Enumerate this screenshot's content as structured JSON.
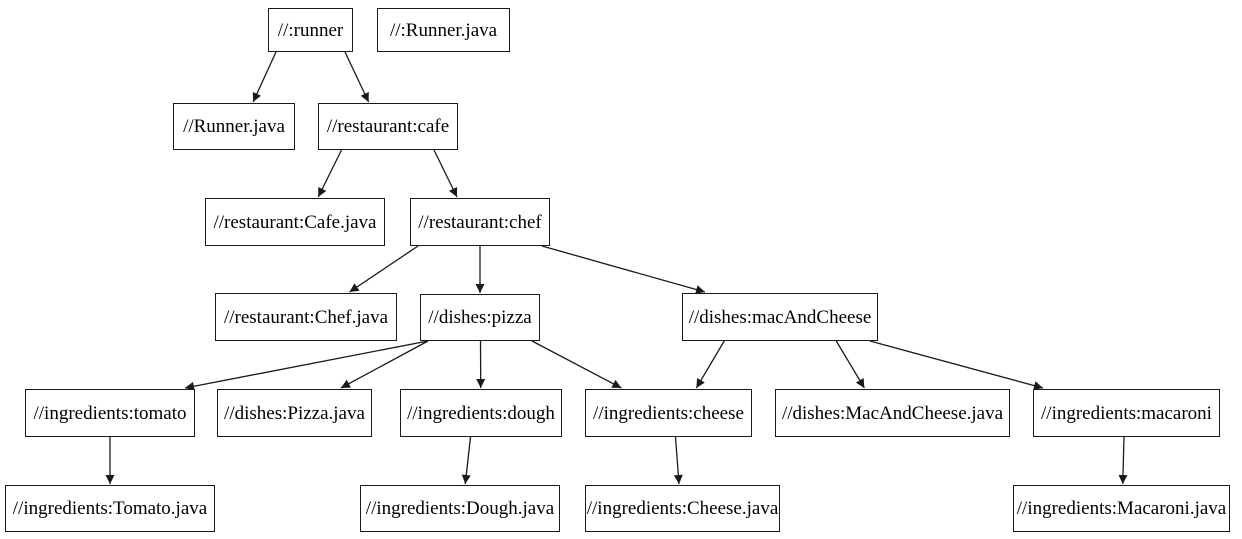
{
  "graph": {
    "kind": "build-dependency-graph",
    "nodes": [
      {
        "id": "runner",
        "label": "//:runner"
      },
      {
        "id": "runner-java-target",
        "label": "//:Runner.java"
      },
      {
        "id": "runner-java",
        "label": "//Runner.java"
      },
      {
        "id": "cafe",
        "label": "//restaurant:cafe"
      },
      {
        "id": "cafe-java",
        "label": "//restaurant:Cafe.java"
      },
      {
        "id": "chef",
        "label": "//restaurant:chef"
      },
      {
        "id": "chef-java",
        "label": "//restaurant:Chef.java"
      },
      {
        "id": "pizza",
        "label": "//dishes:pizza"
      },
      {
        "id": "mac-and-cheese",
        "label": "//dishes:macAndCheese"
      },
      {
        "id": "tomato",
        "label": "//ingredients:tomato"
      },
      {
        "id": "pizza-java",
        "label": "//dishes:Pizza.java"
      },
      {
        "id": "dough",
        "label": "//ingredients:dough"
      },
      {
        "id": "cheese",
        "label": "//ingredients:cheese"
      },
      {
        "id": "mac-and-cheese-java",
        "label": "//dishes:MacAndCheese.java"
      },
      {
        "id": "macaroni",
        "label": "//ingredients:macaroni"
      },
      {
        "id": "tomato-java",
        "label": "//ingredients:Tomato.java"
      },
      {
        "id": "dough-java",
        "label": "//ingredients:Dough.java"
      },
      {
        "id": "cheese-java",
        "label": "//ingredients:Cheese.java"
      },
      {
        "id": "macaroni-java",
        "label": "//ingredients:Macaroni.java"
      }
    ],
    "edges": [
      {
        "from": "runner",
        "to": "runner-java"
      },
      {
        "from": "runner",
        "to": "cafe"
      },
      {
        "from": "cafe",
        "to": "cafe-java"
      },
      {
        "from": "cafe",
        "to": "chef"
      },
      {
        "from": "chef",
        "to": "chef-java"
      },
      {
        "from": "chef",
        "to": "pizza"
      },
      {
        "from": "chef",
        "to": "mac-and-cheese"
      },
      {
        "from": "pizza",
        "to": "tomato"
      },
      {
        "from": "pizza",
        "to": "pizza-java"
      },
      {
        "from": "pizza",
        "to": "dough"
      },
      {
        "from": "pizza",
        "to": "cheese"
      },
      {
        "from": "mac-and-cheese",
        "to": "cheese"
      },
      {
        "from": "mac-and-cheese",
        "to": "mac-and-cheese-java"
      },
      {
        "from": "mac-and-cheese",
        "to": "macaroni"
      },
      {
        "from": "tomato",
        "to": "tomato-java"
      },
      {
        "from": "dough",
        "to": "dough-java"
      },
      {
        "from": "cheese",
        "to": "cheese-java"
      },
      {
        "from": "macaroni",
        "to": "macaroni-java"
      }
    ]
  },
  "colors": {
    "background": "#ffffff",
    "node_fill": "#ffffff",
    "node_border": "#1a1a1a",
    "edge": "#1a1a1a",
    "text": "#000000"
  }
}
